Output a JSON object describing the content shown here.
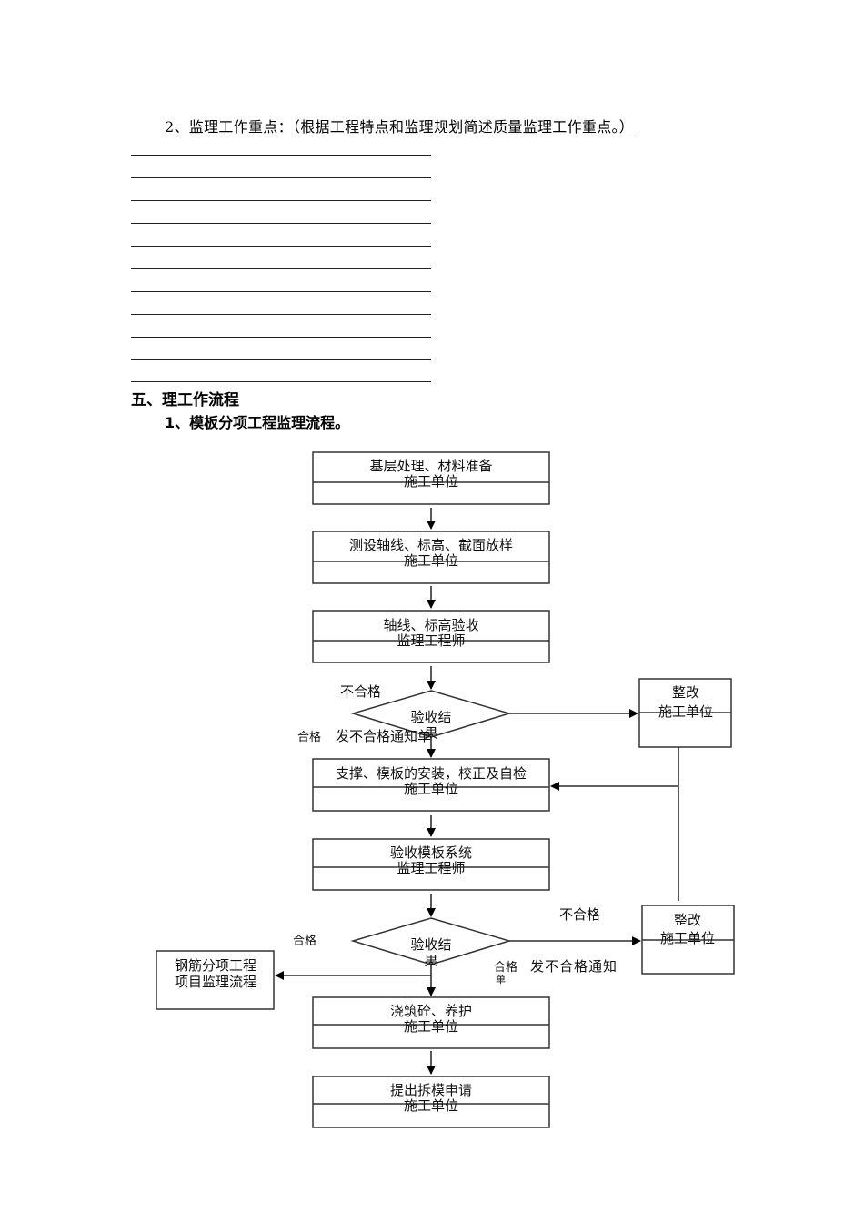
{
  "section_item2": {
    "label": "2、监理工作重点：",
    "hint": "（根据工程特点和监理规划简述质量监理工作重点。）",
    "blank_line_count": 11
  },
  "section5": {
    "heading": "五、理工作流程",
    "subheading": "1、模板分项工程监理流程。"
  },
  "flowchart": {
    "steps": [
      {
        "title": "基层处理、材料准备",
        "role": "施工单位"
      },
      {
        "title": "测设轴线、标高、截面放样",
        "role": "施工单位"
      },
      {
        "title": "轴线、标高验收",
        "role": "监理工程师"
      },
      {
        "title": "支撑、模板的安装，校正及自检",
        "role": "施工单位"
      },
      {
        "title": "验收模板系统",
        "role": "监理工程师"
      },
      {
        "title": "浇筑砼、养护",
        "role": "施工单位"
      },
      {
        "title": "提出拆模申请",
        "role": "施工单位"
      }
    ],
    "decisions": [
      {
        "line1": "验收结",
        "line2": "果"
      },
      {
        "line1": "验收结",
        "line2": "果"
      }
    ],
    "rectify_boxes": [
      {
        "title": "整改",
        "role": "施工单位"
      },
      {
        "title": "整改",
        "role": "施工单位"
      }
    ],
    "side_box": {
      "line1": "钢筋分项工程",
      "line2": "项目监理流程"
    },
    "labels": {
      "fail1": "不合格",
      "pass1": "合格",
      "notice1": "发不合格通知单",
      "fail2": "不合格",
      "pass2_left": "合格",
      "pass2_right": "合格",
      "notice2": "发不合格通知",
      "notice2_tail": "单"
    }
  }
}
